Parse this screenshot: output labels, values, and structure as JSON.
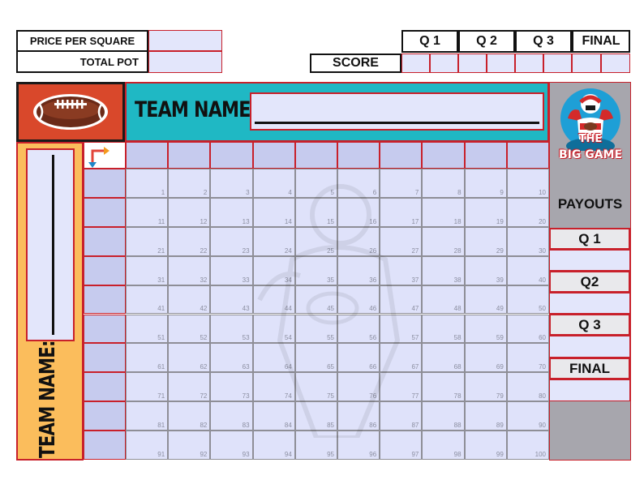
{
  "pricing": {
    "price_per_square_label": "PRICE PER SQUARE",
    "total_pot_label": "TOTAL POT"
  },
  "score": {
    "label": "SCORE",
    "quarters": [
      "Q 1",
      "Q 2",
      "Q 3",
      "FINAL"
    ]
  },
  "top_team": {
    "label": "TEAM NAME:"
  },
  "side_team": {
    "label": "TEAM NAME:"
  },
  "logo": {
    "line1": "THE",
    "line2": "BIG GAME"
  },
  "payouts": {
    "title": "PAYOUTS",
    "rows": [
      "Q 1",
      "Q2",
      "Q 3",
      "FINAL"
    ]
  },
  "grid": {
    "numbers": [
      "1",
      "2",
      "3",
      "4",
      "5",
      "6",
      "7",
      "8",
      "9",
      "10",
      "11",
      "12",
      "13",
      "14",
      "15",
      "16",
      "17",
      "18",
      "19",
      "20",
      "21",
      "22",
      "23",
      "24",
      "25",
      "26",
      "27",
      "28",
      "29",
      "30",
      "31",
      "32",
      "33",
      "34",
      "35",
      "36",
      "37",
      "38",
      "39",
      "40",
      "41",
      "42",
      "43",
      "44",
      "45",
      "46",
      "47",
      "48",
      "49",
      "50",
      "51",
      "52",
      "53",
      "54",
      "55",
      "56",
      "57",
      "58",
      "59",
      "60",
      "61",
      "62",
      "63",
      "64",
      "65",
      "66",
      "67",
      "68",
      "69",
      "70",
      "71",
      "72",
      "73",
      "74",
      "75",
      "76",
      "77",
      "78",
      "79",
      "80",
      "81",
      "82",
      "83",
      "84",
      "85",
      "86",
      "87",
      "88",
      "89",
      "90",
      "91",
      "92",
      "93",
      "94",
      "95",
      "96",
      "97",
      "98",
      "99",
      "100"
    ]
  },
  "colors": {
    "accent_red": "#c8202a",
    "teal": "#1fb8c4",
    "orange_panel": "#fbbd5c",
    "football_panel": "#d9482b",
    "square_fill": "#dfe2fa",
    "header_fill": "#c6cbee",
    "payout_panel": "#a7a6ad"
  }
}
